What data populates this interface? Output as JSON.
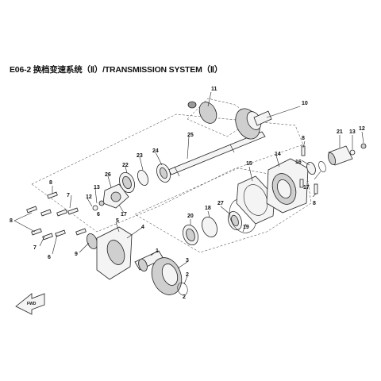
{
  "diagram": {
    "title": "E06-2 换档变速系统（Ⅱ）/TRANSMISSION SYSTEM（Ⅱ）",
    "fwd_label": "FWD",
    "callouts": [
      {
        "id": "c11",
        "text": "11"
      },
      {
        "id": "c10",
        "text": "10"
      },
      {
        "id": "c25",
        "text": "25"
      },
      {
        "id": "c24",
        "text": "24"
      },
      {
        "id": "c23",
        "text": "23"
      },
      {
        "id": "c22",
        "text": "22"
      },
      {
        "id": "c26",
        "text": "26"
      },
      {
        "id": "c17a",
        "text": "17"
      },
      {
        "id": "c13a",
        "text": "13"
      },
      {
        "id": "c12a",
        "text": "12"
      },
      {
        "id": "c7a",
        "text": "7"
      },
      {
        "id": "c6a",
        "text": "6"
      },
      {
        "id": "c8a",
        "text": "8"
      },
      {
        "id": "c8b",
        "text": "8"
      },
      {
        "id": "c7b",
        "text": "7"
      },
      {
        "id": "c6b",
        "text": "6"
      },
      {
        "id": "c9",
        "text": "9"
      },
      {
        "id": "c5",
        "text": "5"
      },
      {
        "id": "c4",
        "text": "4"
      },
      {
        "id": "c1",
        "text": "1"
      },
      {
        "id": "c3",
        "text": "3"
      },
      {
        "id": "c2a",
        "text": "2"
      },
      {
        "id": "c2b",
        "text": "2"
      },
      {
        "id": "c20",
        "text": "20"
      },
      {
        "id": "c18",
        "text": "18"
      },
      {
        "id": "c27",
        "text": "27"
      },
      {
        "id": "c19",
        "text": "19"
      },
      {
        "id": "c15",
        "text": "15"
      },
      {
        "id": "c14",
        "text": "14"
      },
      {
        "id": "c8c",
        "text": "8"
      },
      {
        "id": "c8d",
        "text": "8"
      },
      {
        "id": "c16",
        "text": "16"
      },
      {
        "id": "c17b",
        "text": "17"
      },
      {
        "id": "c21",
        "text": "21"
      },
      {
        "id": "c13b",
        "text": "13"
      },
      {
        "id": "c12b",
        "text": "12"
      }
    ]
  }
}
